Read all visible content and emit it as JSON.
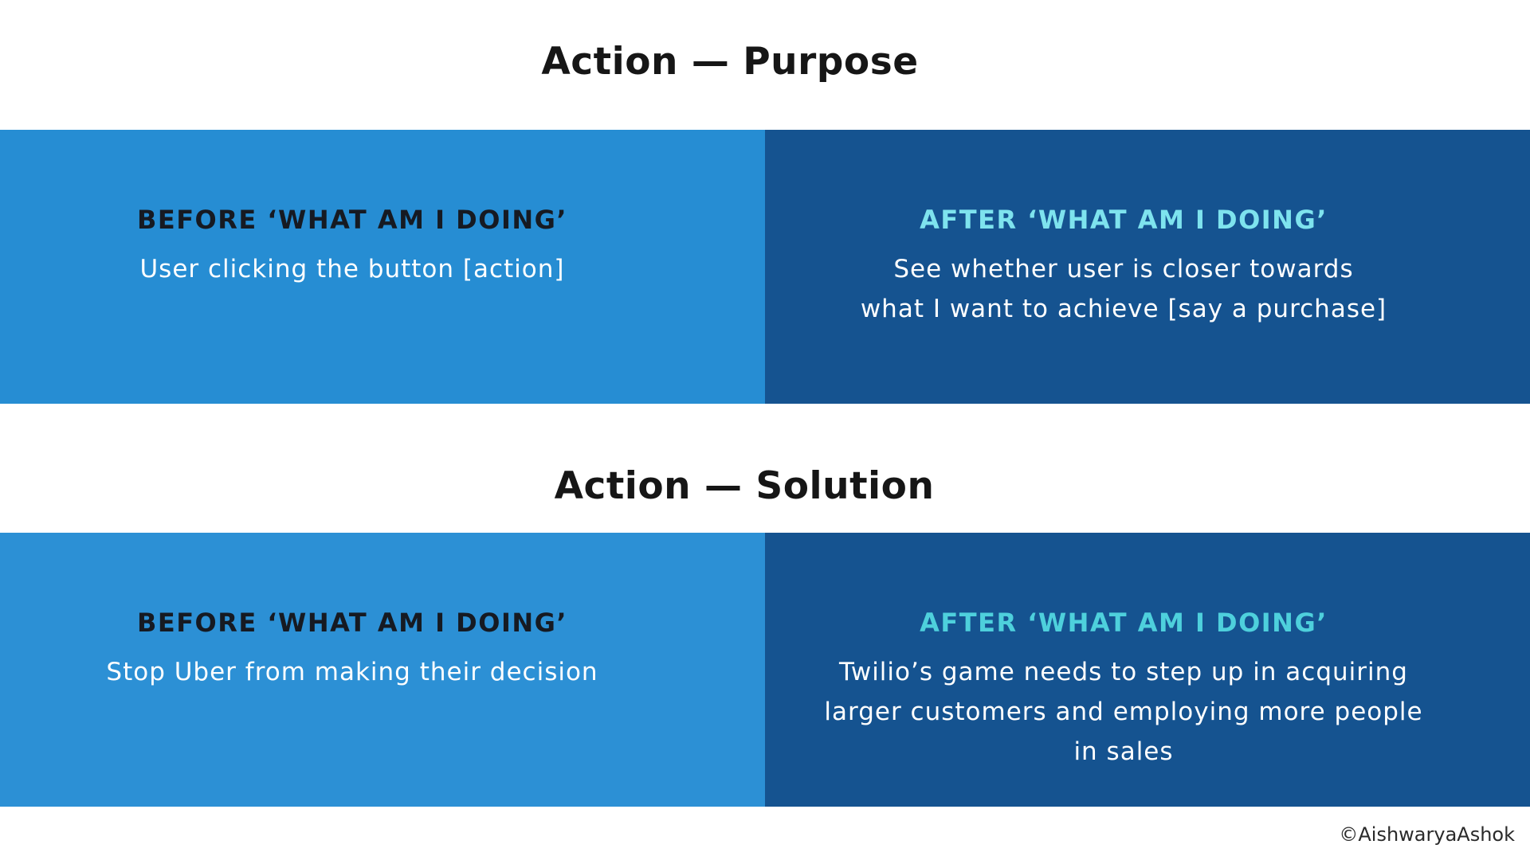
{
  "sections": [
    {
      "title": "Action — Purpose",
      "before": {
        "heading": "BEFORE ‘WHAT AM I DOING’",
        "lines": [
          "User clicking the button [action]"
        ]
      },
      "after": {
        "heading": "AFTER ‘WHAT AM I DOING’",
        "lines": [
          "See whether user is closer towards",
          "what I want to achieve [say a purchase]"
        ]
      }
    },
    {
      "title": "Action — Solution",
      "before": {
        "heading": "BEFORE ‘WHAT AM I DOING’",
        "lines": [
          "Stop Uber from making their decision"
        ]
      },
      "after": {
        "heading": "AFTER ‘WHAT AM I DOING’",
        "lines": [
          "Twilio’s game needs to step up in acquiring",
          "larger customers and employing more people",
          "in sales"
        ]
      }
    }
  ],
  "copyright": "©AishwaryaAshok",
  "colors": {
    "before_panel": "#268dd3",
    "after_panel": "#155390",
    "after_heading_1": "#7ee3ee",
    "after_heading_2": "#4ed0dc"
  }
}
